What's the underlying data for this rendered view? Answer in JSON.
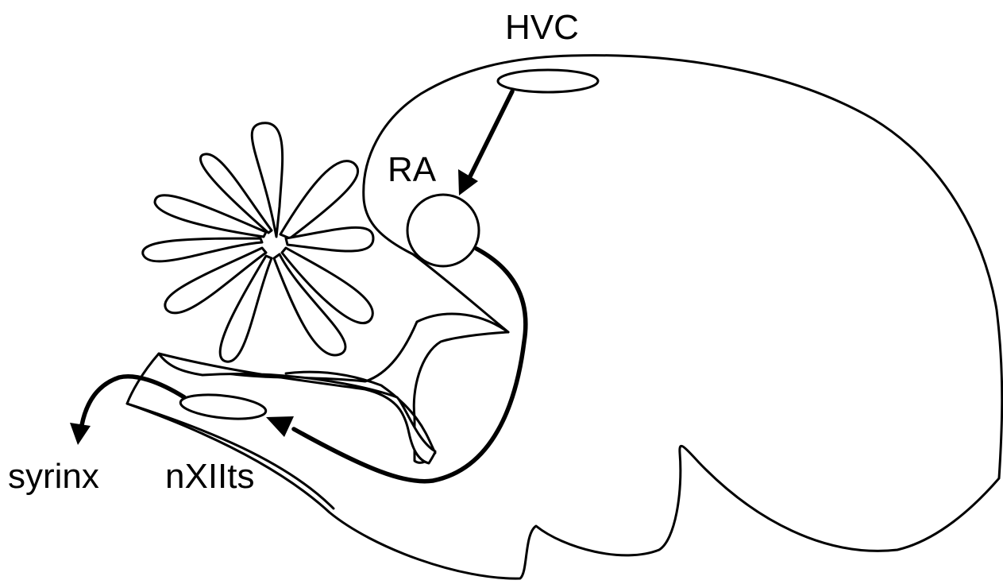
{
  "diagram": {
    "labels": {
      "hvc": "HVC",
      "ra": "RA",
      "nxiits": "nXIIts",
      "syrinx": "syrinx"
    },
    "colors": {
      "stroke": "#000000",
      "background": "#ffffff"
    }
  }
}
